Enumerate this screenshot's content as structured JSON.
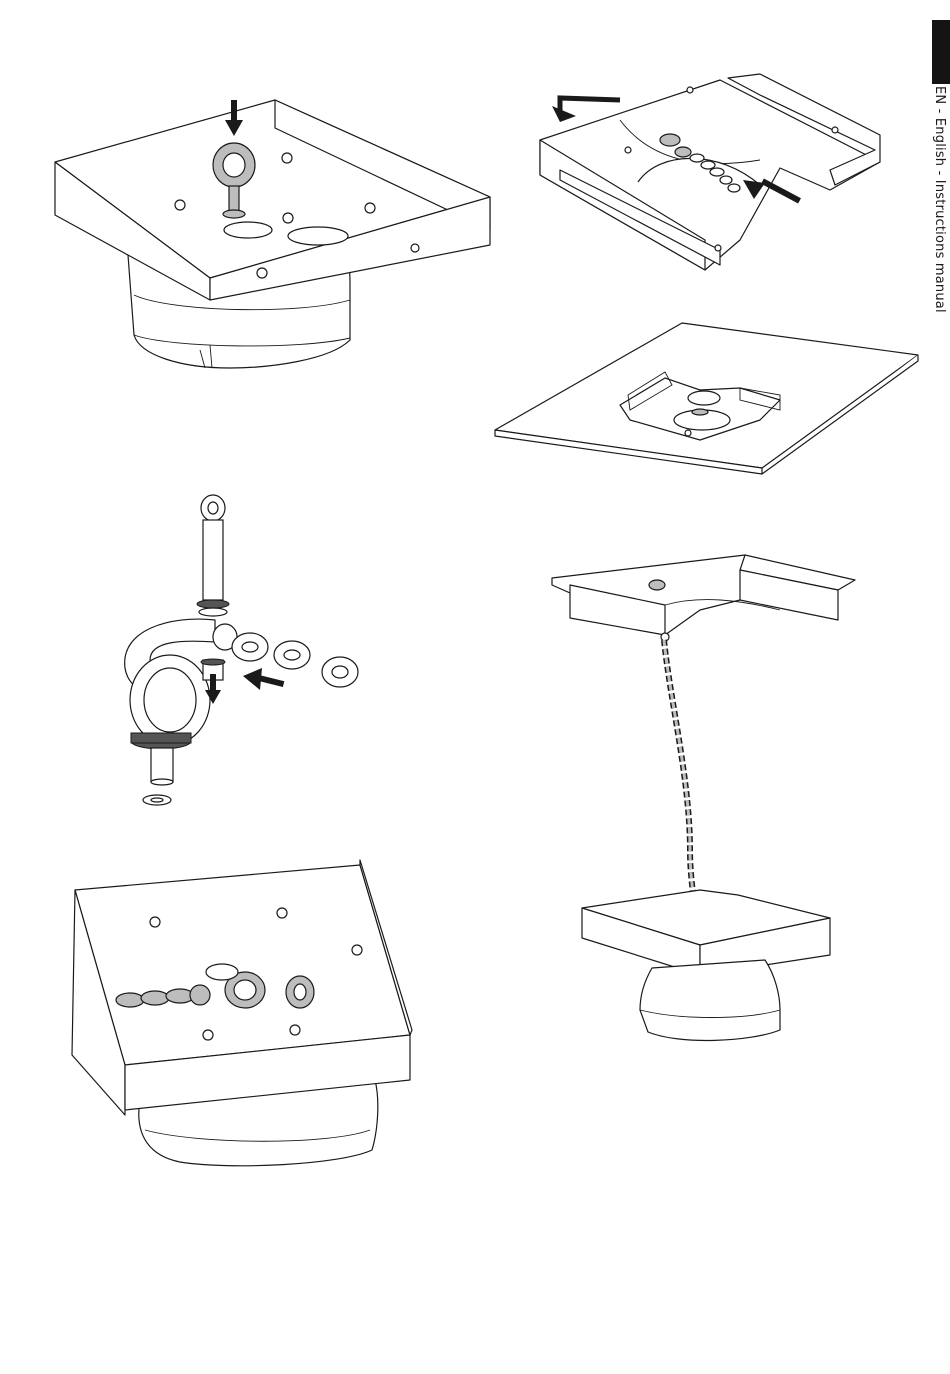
{
  "header": {
    "section_label": "EN - English - Instructions manual"
  },
  "figures": [
    {
      "id": "fig-top-left",
      "icon": "eyebolt-insertion-arrow"
    },
    {
      "id": "fig-top-right",
      "icon": "chain-slide-arrows"
    },
    {
      "id": "fig-ceiling-plate",
      "icon": "ceiling-plate"
    },
    {
      "id": "fig-eyebolt-chain",
      "icon": "eyebolt-chain-assembly"
    },
    {
      "id": "fig-hanging-assembly",
      "icon": "hanging-chain"
    },
    {
      "id": "fig-bottom-left",
      "icon": "chain-attached-bracket"
    }
  ],
  "colors": {
    "line": "#1a1a1a",
    "fill": "#ffffff",
    "metal": "#bdbdbd",
    "tab": "#141414"
  }
}
